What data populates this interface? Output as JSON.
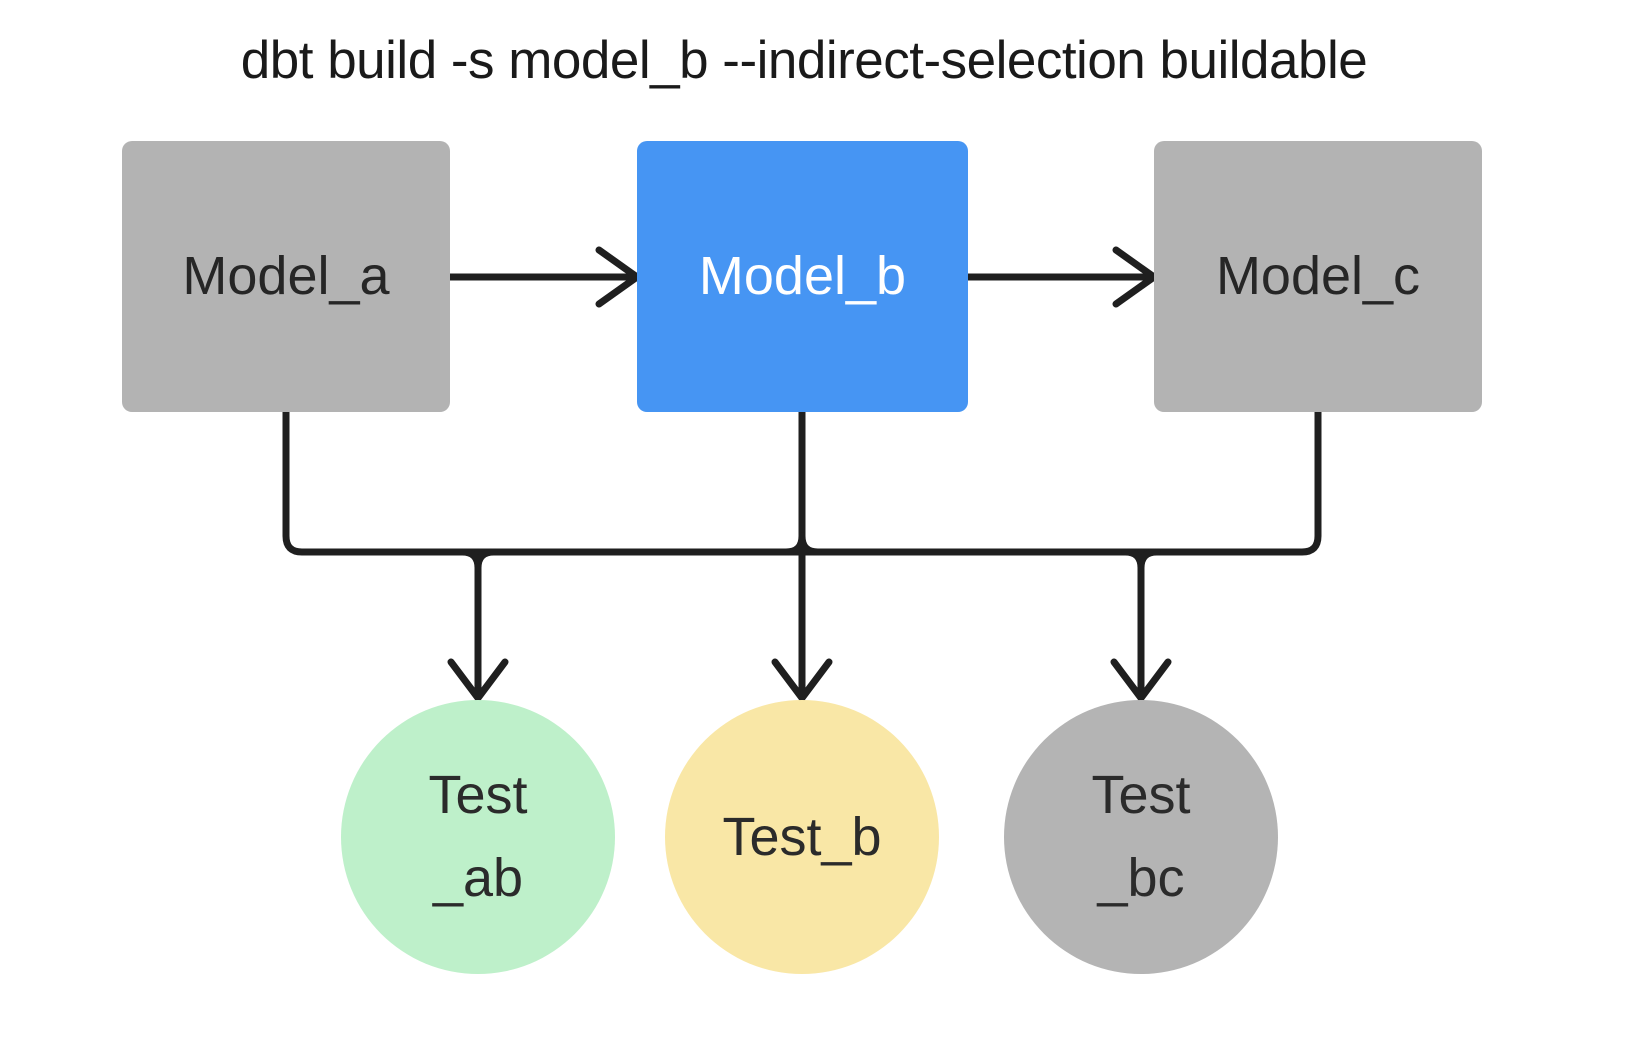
{
  "title": {
    "text": "dbt build -s model_b --indirect-selection buildable",
    "color": "#1a1a1a"
  },
  "colors": {
    "background": "#ffffff",
    "edge": "#1f1f1f",
    "model_unselected_fill": "#b3b3b3",
    "model_selected_fill": "#4695f3",
    "test_ab_fill": "#bef0ca",
    "test_b_fill": "#f9e7a6",
    "test_bc_fill": "#b4b4b4",
    "dark_text": "#262626",
    "light_text": "#ffffff"
  },
  "nodes": {
    "model_a": {
      "label": "Model_a",
      "shape": "rect",
      "fill": "#b3b3b3",
      "text_color": "#262626"
    },
    "model_b": {
      "label": "Model_b",
      "shape": "rect",
      "fill": "#4695f3",
      "text_color": "#ffffff"
    },
    "model_c": {
      "label": "Model_c",
      "shape": "rect",
      "fill": "#b3b3b3",
      "text_color": "#262626"
    },
    "test_ab": {
      "label_line1": "Test",
      "label_line2": "_ab",
      "shape": "circle",
      "fill": "#bef0ca",
      "text_color": "#2b2b2b"
    },
    "test_b": {
      "label_line1": "Test_b",
      "label_line2": "",
      "shape": "circle",
      "fill": "#f9e7a6",
      "text_color": "#2b2b2b"
    },
    "test_bc": {
      "label_line1": "Test",
      "label_line2": "_bc",
      "shape": "circle",
      "fill": "#b4b4b4",
      "text_color": "#2b2b2b"
    }
  },
  "edges": [
    {
      "from": "model_a",
      "to": "model_b"
    },
    {
      "from": "model_b",
      "to": "model_c"
    },
    {
      "from": "model_a",
      "to": "test_ab"
    },
    {
      "from": "model_b",
      "to": "test_ab"
    },
    {
      "from": "model_b",
      "to": "test_b"
    },
    {
      "from": "model_b",
      "to": "test_bc"
    },
    {
      "from": "model_c",
      "to": "test_bc"
    }
  ]
}
